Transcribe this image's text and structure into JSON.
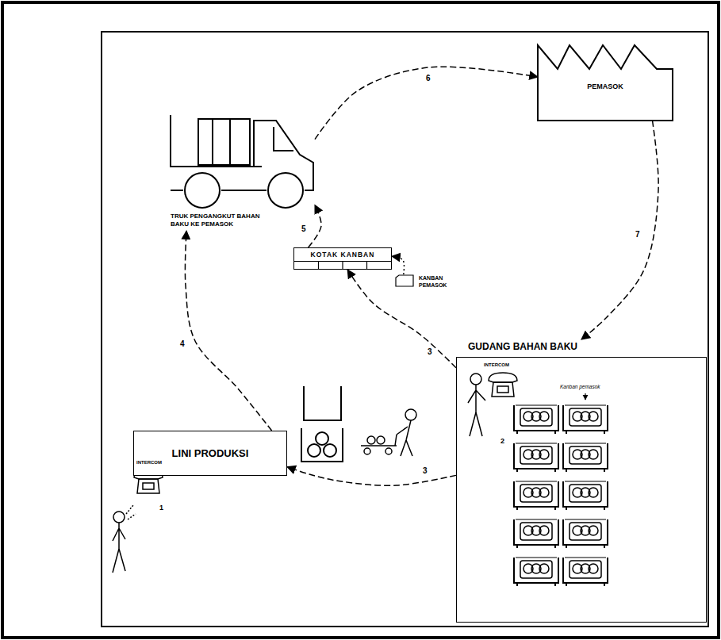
{
  "diagram": {
    "nodes": [
      {
        "text": [
          "TRUK PENGANGKUT BAHAN BAKU KE PEMASOK"
        ]
      },
      {
        "text": [
          "PEMASOK"
        ]
      },
      {
        "text": [
          "KOTAK KANBAN"
        ]
      },
      {
        "text": [
          "KANBAN PEMASOK"
        ]
      },
      {
        "text": [
          "GUDANG BAHAN BAKU"
        ]
      },
      {
        "text": [
          "LINI PRODUKSI"
        ]
      }
    ],
    "edges": [
      {
        "from": 0,
        "to": 1,
        "arrow": "to",
        "label": "6"
      },
      {
        "from": 1,
        "to": 4,
        "arrow": "to",
        "label": "7"
      },
      {
        "from": 4,
        "to": 2,
        "arrow": "to",
        "label": "3"
      },
      {
        "from": 2,
        "to": 0,
        "arrow": "to",
        "label": "5"
      },
      {
        "from": 5,
        "to": 0,
        "arrow": "to",
        "label": "4"
      },
      {
        "from": 4,
        "to": 5,
        "arrow": "to",
        "label": "3"
      },
      {
        "from": 3,
        "to": 2,
        "arrow": "to"
      }
    ],
    "labels": [
      "INTERCOM",
      "2",
      "Kanban pemasok",
      "INTERCOM",
      "1"
    ]
  }
}
